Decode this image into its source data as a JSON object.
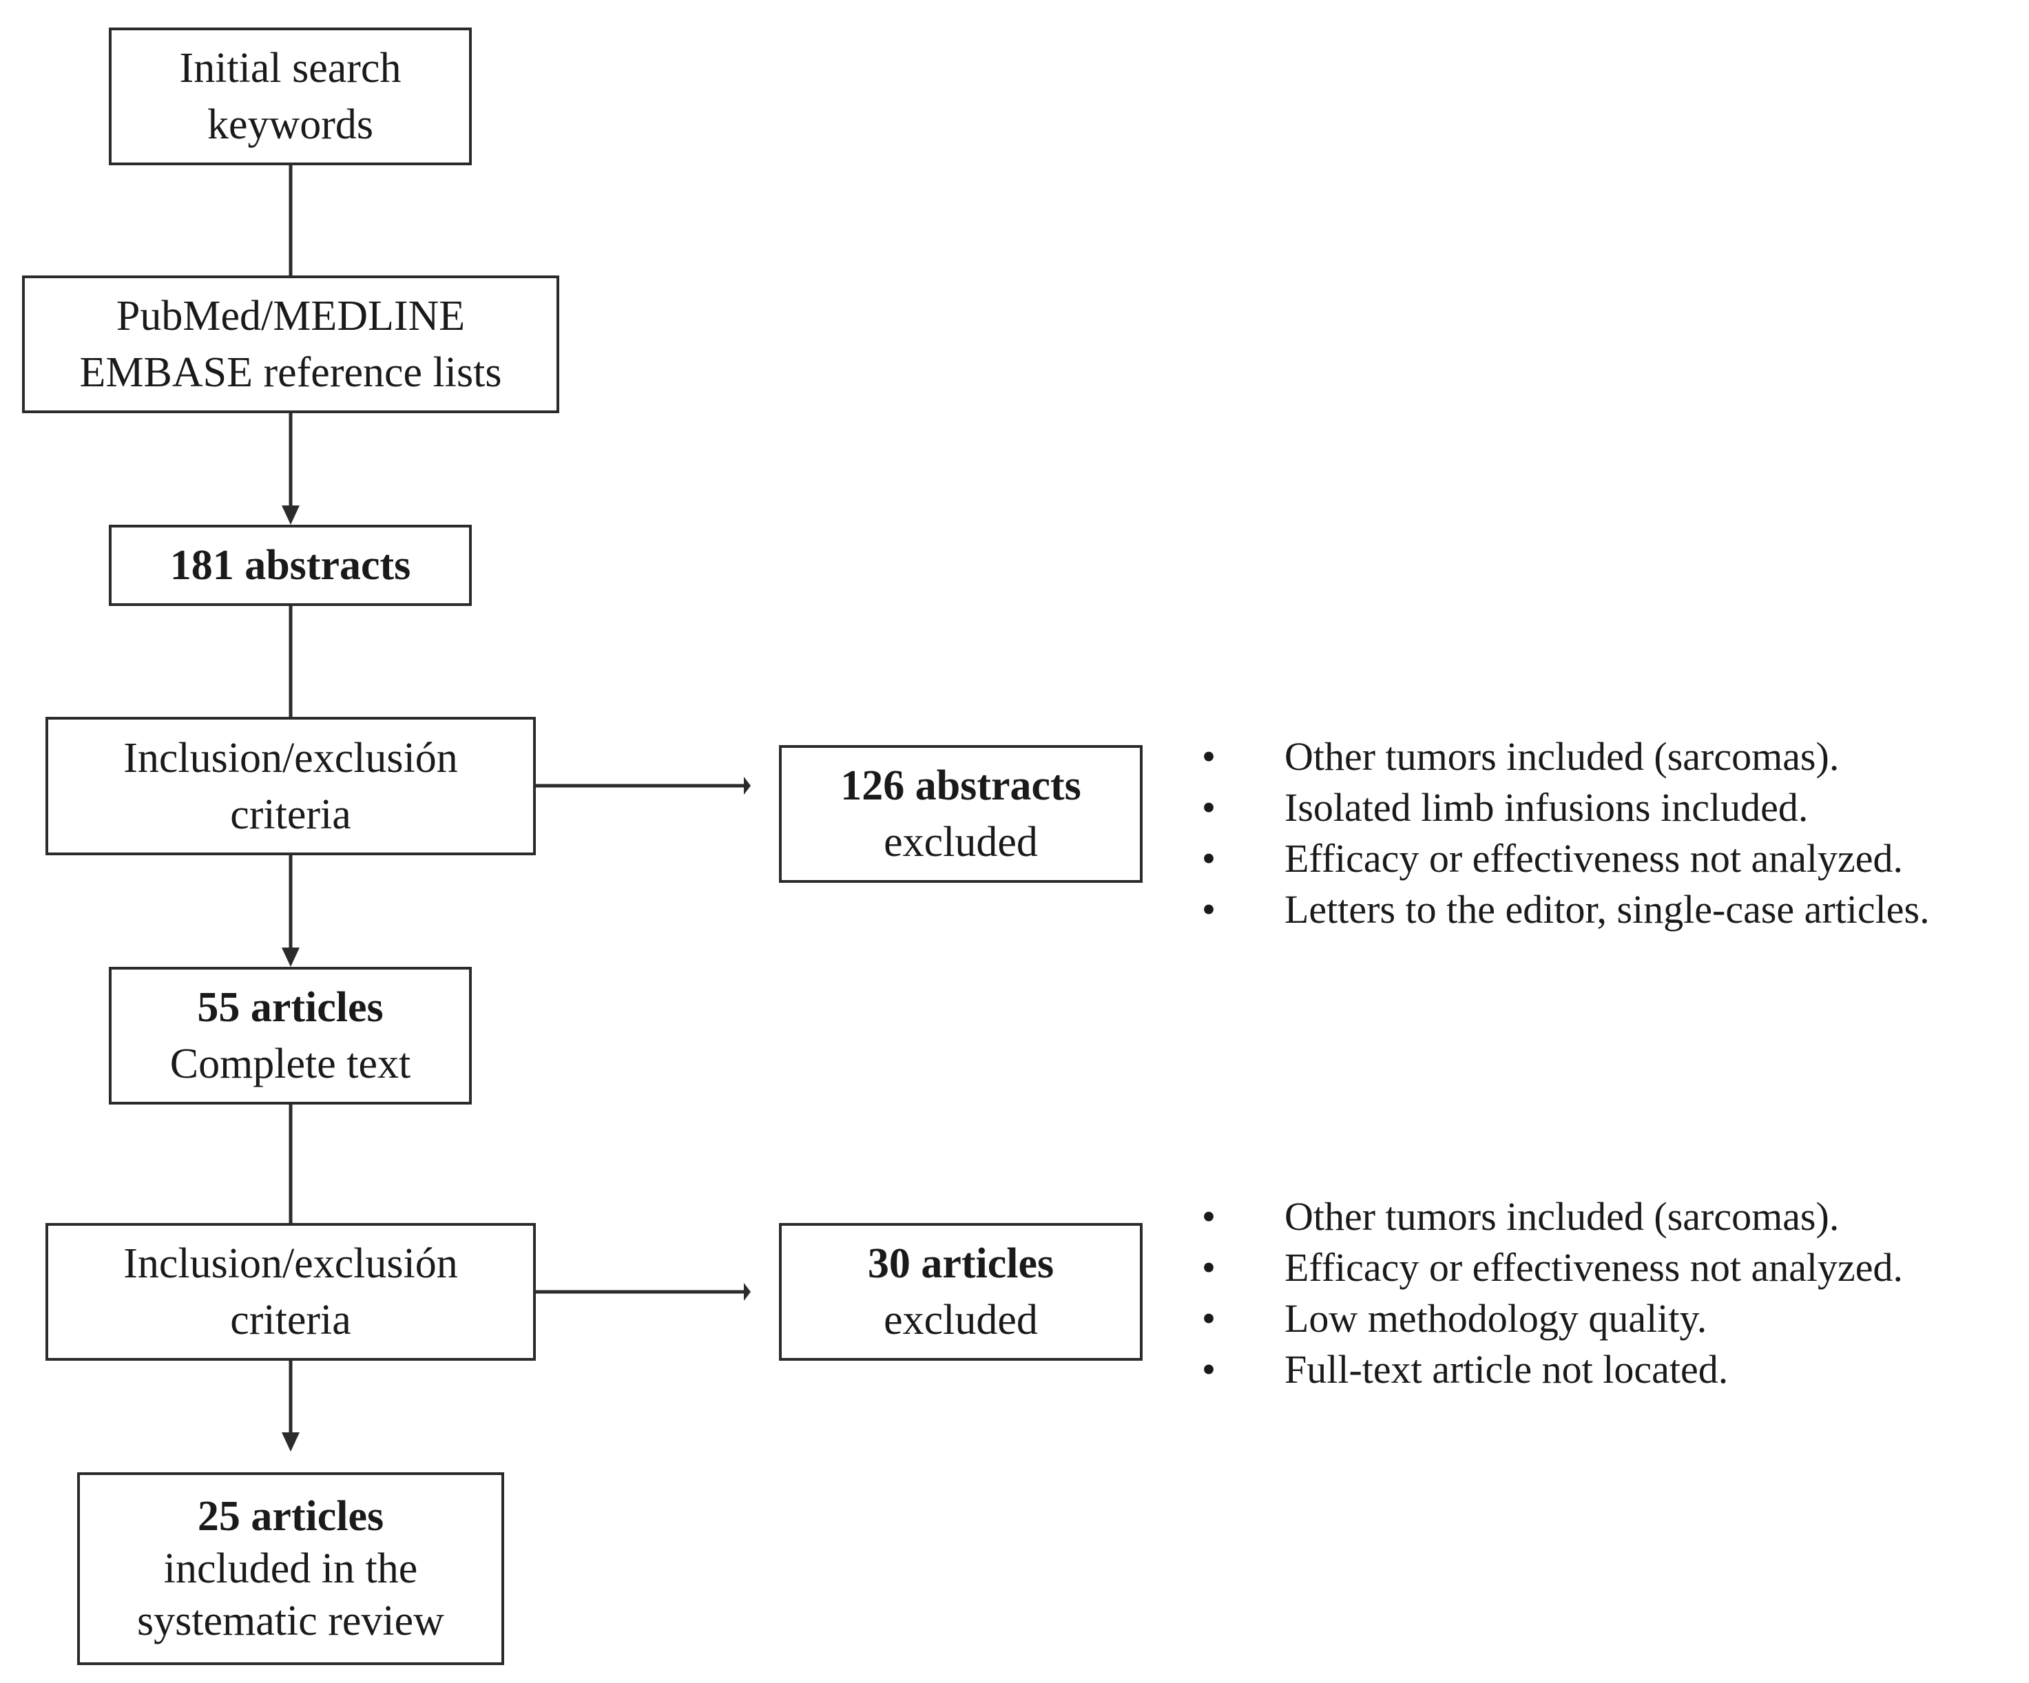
{
  "flowchart": {
    "initial_search": [
      "Initial search",
      "keywords"
    ],
    "databases": [
      "PubMed/MEDLINE",
      "EMBASE reference lists"
    ],
    "abstracts": [
      "181 abstracts"
    ],
    "criteria_1": [
      "Inclusion/exclusión",
      "criteria"
    ],
    "excluded_1": {
      "bold": "126 abstracts",
      "text": "excluded"
    },
    "exclusion_reasons_1": [
      "Other tumors included (sarcomas).",
      "Isolated limb infusions included.",
      "Efficacy or effectiveness not analyzed.",
      "Letters to the editor, single-case articles."
    ],
    "articles": {
      "bold": "55 articles",
      "text": "Complete text"
    },
    "criteria_2": [
      "Inclusion/exclusión",
      "criteria"
    ],
    "excluded_2": {
      "bold": "30 articles",
      "text": "excluded"
    },
    "exclusion_reasons_2": [
      "Other tumors included (sarcomas).",
      "Efficacy or effectiveness not analyzed.",
      "Low methodology quality.",
      "Full-text article not located."
    ],
    "final": {
      "bold": "25 articles",
      "lines": [
        "included in the",
        "systematic review"
      ]
    },
    "bullet_symbol": "•"
  }
}
